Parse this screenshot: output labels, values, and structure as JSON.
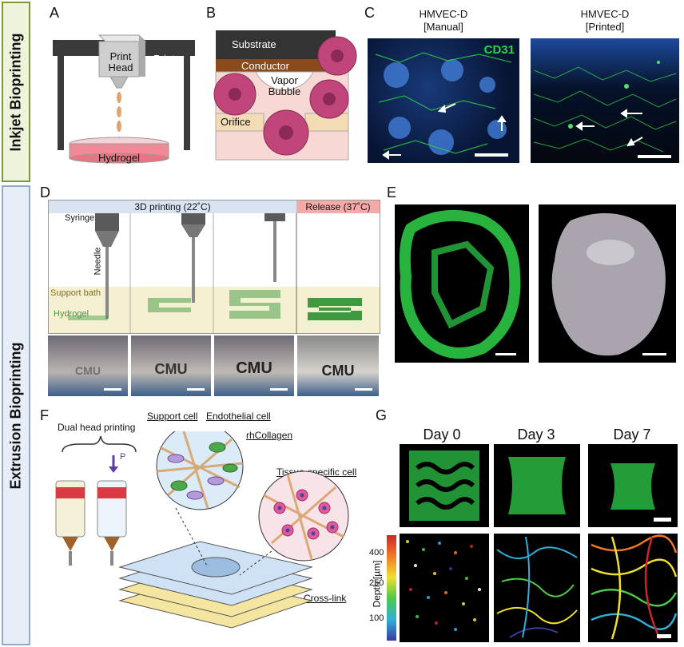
{
  "sections": {
    "inkjet": "Inkjet Bioprinting",
    "extrusion": "Extrusion Bioprinting"
  },
  "panel_letters": [
    "A",
    "B",
    "C",
    "D",
    "E",
    "F",
    "G"
  ],
  "panelA": {
    "print_head": "Print\nHead",
    "printer": "Printer",
    "hydrogel": "Hydrogel"
  },
  "panelB": {
    "substrate": "Substrate",
    "conductor": "Conductor",
    "vapor_bubble": "Vapor\nBubble",
    "orifice": "Orifice"
  },
  "panelC": {
    "manual_title": "HMVEC-D",
    "manual_sub": "[Manual]",
    "printed_title": "HMVEC-D",
    "printed_sub": "[Printed]",
    "marker": "CD31"
  },
  "panelD": {
    "header_print": "3D printing (22˚C)",
    "header_release": "Release (37˚C)",
    "syringe": "Syringe",
    "needle": "Needle",
    "support_bath": "Support bath",
    "hydrogel": "Hydrogel",
    "photo_text": "CMU"
  },
  "panelF": {
    "dual_head": "Dual head printing",
    "pressure": "P",
    "support_cell": "Support cell",
    "endothelial_cell": "Endothelial cell",
    "rhcollagen": "rhCollagen",
    "tissue_cell": "Tissue-specific cell",
    "cross_link": "Cross-link"
  },
  "panelG": {
    "days": [
      "Day 0",
      "Day 3",
      "Day 7"
    ],
    "depth_label": "Depth [µm]",
    "depth_ticks": [
      "400",
      "250",
      "100"
    ]
  },
  "colors": {
    "inkjet_border": "#7a9a3a",
    "inkjet_fill": "#eef3dc",
    "extrusion_border": "#8fa9cf",
    "extrusion_fill": "#e7eef8",
    "green_fluor": "#2fd24a",
    "blue_fluor": "#2a5db8",
    "cell_pink": "#c0457a",
    "release_header": "#f4aaa8",
    "print_header": "#d9e3f1",
    "support_bath": "#f3ecc6",
    "hydrogel_green": "#3f9a3f"
  }
}
